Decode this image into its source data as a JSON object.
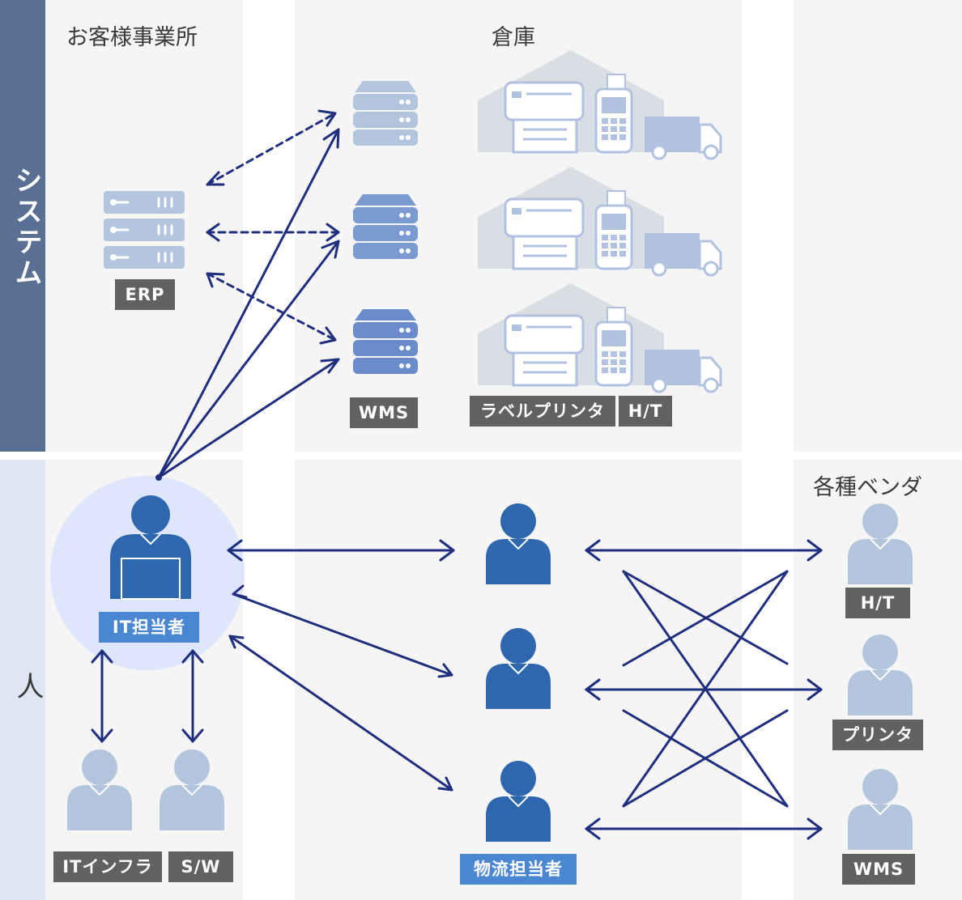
{
  "rows": {
    "system": "システム",
    "person": "人"
  },
  "columns": {
    "office": "お客様事業所",
    "warehouse": "倉庫",
    "vendors": "各種ベンダ"
  },
  "labels": {
    "erp": "ERP",
    "wms": "WMS",
    "label_printer": "ラベルプリンタ",
    "ht": "H/T",
    "it_staff": "IT担当者",
    "it_infra": "ITインフラ",
    "sw": "S/W",
    "logistics_staff": "物流担当者",
    "vendor_ht": "H/T",
    "vendor_printer": "プリンタ",
    "vendor_wms": "WMS"
  },
  "colors": {
    "system_band": "#5a6f94",
    "person_band": "#dde6f1",
    "column_bg": "#f5f5f6",
    "arrow": "#1f2f7d",
    "person_dark": "#2e67ad",
    "person_light": "#b3c4dd",
    "tag_gray": "#616161",
    "tag_blue": "#4a86d2"
  }
}
